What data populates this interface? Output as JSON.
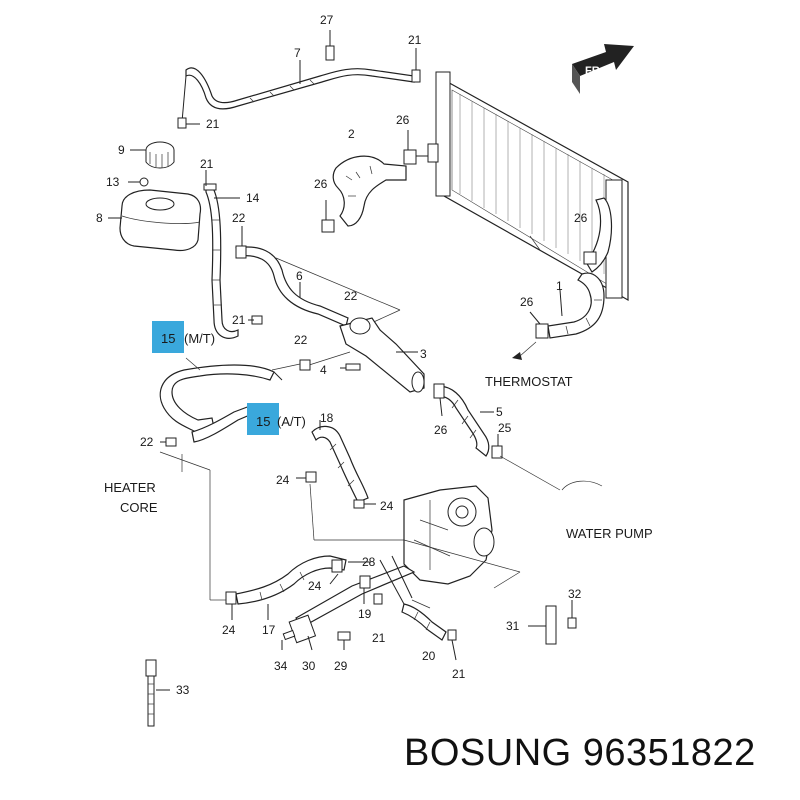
{
  "diagram": {
    "callouts": [
      {
        "id": "c27",
        "text": "27"
      },
      {
        "id": "c7",
        "text": "7"
      },
      {
        "id": "c21a",
        "text": "21"
      },
      {
        "id": "c21b",
        "text": "21"
      },
      {
        "id": "c9",
        "text": "9"
      },
      {
        "id": "c2",
        "text": "2"
      },
      {
        "id": "c26a",
        "text": "26"
      },
      {
        "id": "c21c",
        "text": "21"
      },
      {
        "id": "c13",
        "text": "13"
      },
      {
        "id": "c14",
        "text": "14"
      },
      {
        "id": "c26b",
        "text": "26"
      },
      {
        "id": "c8",
        "text": "8"
      },
      {
        "id": "c22a",
        "text": "22"
      },
      {
        "id": "c26c",
        "text": "26"
      },
      {
        "id": "c6",
        "text": "6"
      },
      {
        "id": "c22b",
        "text": "22"
      },
      {
        "id": "c1",
        "text": "1"
      },
      {
        "id": "c26d",
        "text": "26"
      },
      {
        "id": "c21d",
        "text": "21"
      },
      {
        "id": "c22c",
        "text": "22"
      },
      {
        "id": "c3",
        "text": "3"
      },
      {
        "id": "c4",
        "text": "4"
      },
      {
        "id": "c5",
        "text": "5"
      },
      {
        "id": "c26e",
        "text": "26"
      },
      {
        "id": "c25",
        "text": "25"
      },
      {
        "id": "c18",
        "text": "18"
      },
      {
        "id": "c22d",
        "text": "22"
      },
      {
        "id": "c24a",
        "text": "24"
      },
      {
        "id": "c24b",
        "text": "24"
      },
      {
        "id": "c28",
        "text": "28"
      },
      {
        "id": "c24c",
        "text": "24"
      },
      {
        "id": "c19",
        "text": "19"
      },
      {
        "id": "c32",
        "text": "32"
      },
      {
        "id": "c24d",
        "text": "24"
      },
      {
        "id": "c17",
        "text": "17"
      },
      {
        "id": "c21e",
        "text": "21"
      },
      {
        "id": "c31",
        "text": "31"
      },
      {
        "id": "c20",
        "text": "20"
      },
      {
        "id": "c34",
        "text": "34"
      },
      {
        "id": "c30",
        "text": "30"
      },
      {
        "id": "c29",
        "text": "29"
      },
      {
        "id": "c21f",
        "text": "21"
      },
      {
        "id": "c33",
        "text": "33"
      }
    ],
    "highlighted": {
      "mt_number": "15",
      "mt_suffix": "(M/T)",
      "at_number": "15",
      "at_suffix": "(A/T)",
      "highlight_color": "#3aa8dc"
    },
    "captions": {
      "thermostat": "THERMOSTAT",
      "heater_line1": "HEATER",
      "heater_line2": "CORE",
      "water_pump": "WATER PUMP",
      "direction": "FR"
    }
  },
  "brand_line": "BOSUNG 96351822"
}
